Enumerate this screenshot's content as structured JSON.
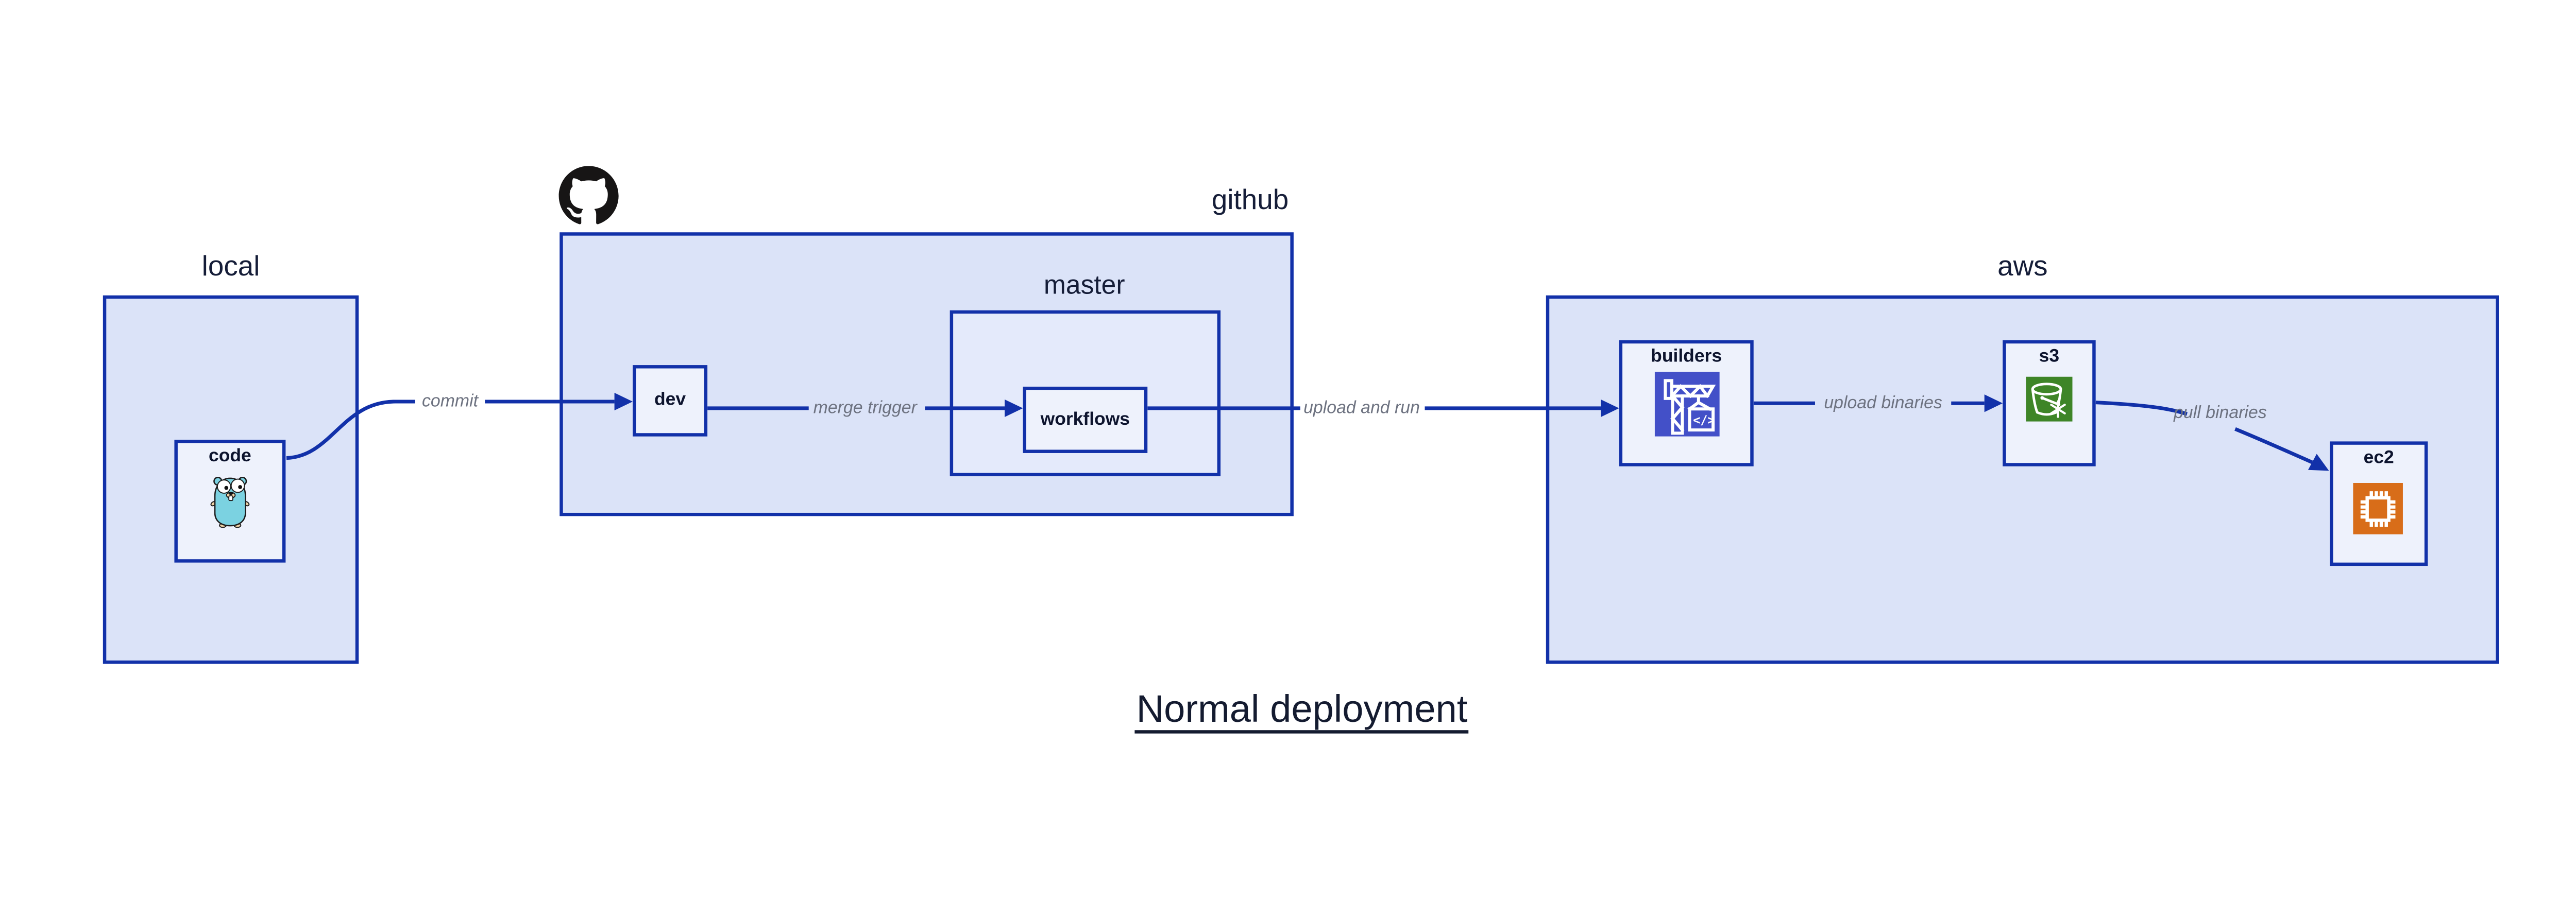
{
  "title": "Normal deployment",
  "colors": {
    "container_fill": "#dbe3f8",
    "master_fill": "#e4eafb",
    "node_fill": "#eef2fc",
    "border_blue": "#1231a9",
    "arrow_blue": "#1231a9",
    "edge_label_gray": "#6d7280",
    "node_label_navy": "#0d142e",
    "container_label_navy": "#151d38",
    "title_navy": "#141b30",
    "codebuild_bg": "#4350c8",
    "s3_bg": "#3e8527",
    "ec2_bg": "#d86d19",
    "github_logo": "#171515",
    "gopher_body": "#7bd2e1"
  },
  "containers": {
    "local": {
      "label": "local"
    },
    "github": {
      "label": "github",
      "icon": "github-octocat-logo"
    },
    "master": {
      "label": "master"
    },
    "aws": {
      "label": "aws"
    }
  },
  "nodes": {
    "code": {
      "label": "code",
      "icon": "go-gopher"
    },
    "dev": {
      "label": "dev"
    },
    "workflows": {
      "label": "workflows"
    },
    "builders": {
      "label": "builders",
      "icon": "aws-codebuild-crane"
    },
    "s3": {
      "label": "s3",
      "icon": "aws-s3-glacier-bucket"
    },
    "ec2": {
      "label": "ec2",
      "icon": "aws-ec2-chip"
    }
  },
  "edges": {
    "commit": {
      "label": "commit",
      "from": "local.code",
      "to": "github.dev"
    },
    "merge_trigger": {
      "label": "merge trigger",
      "from": "github.dev",
      "to": "github.master.workflows"
    },
    "upload_and_run": {
      "label": "upload and run",
      "from": "github.master.workflows",
      "to": "aws.builders"
    },
    "upload_binaries": {
      "label": "upload binaries",
      "from": "aws.builders",
      "to": "aws.s3"
    },
    "pull_binaries": {
      "label": "pull binaries",
      "from": "aws.s3",
      "to": "aws.ec2"
    }
  },
  "icons": {
    "codebuild_glyph": "</>"
  }
}
